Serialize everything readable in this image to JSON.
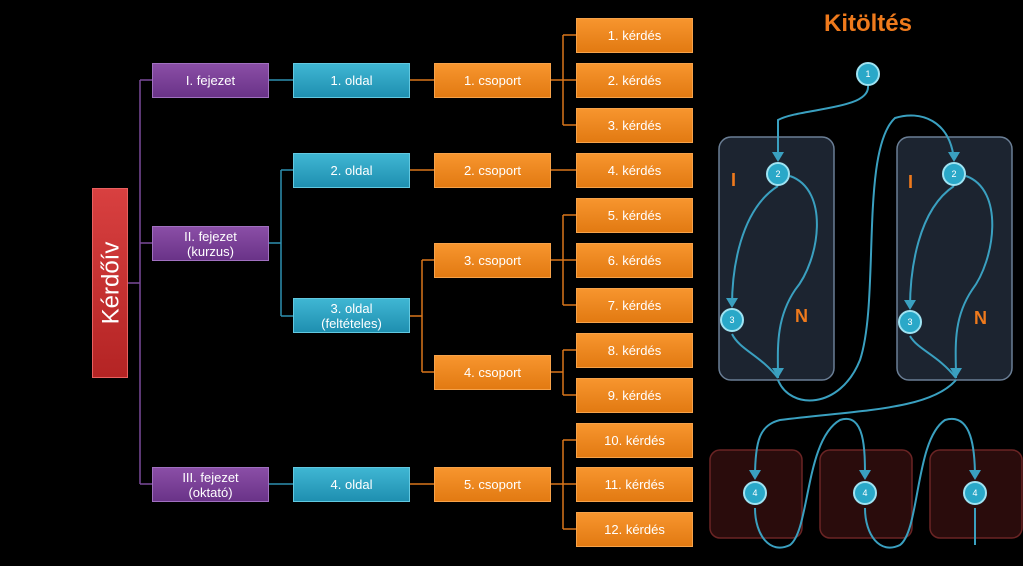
{
  "root": "Kérdőív",
  "chapters": [
    "I. fejezet",
    "II. fejezet\n(kurzus)",
    "III. fejezet\n(oktató)"
  ],
  "pages": [
    "1. oldal",
    "2. oldal",
    "3. oldal\n(feltételes)",
    "4. oldal"
  ],
  "groups": [
    "1. csoport",
    "2. csoport",
    "3. csoport",
    "4. csoport",
    "5. csoport"
  ],
  "questions": [
    "1. kérdés",
    "2. kérdés",
    "3. kérdés",
    "4. kérdés",
    "5. kérdés",
    "6. kérdés",
    "7. kérdés",
    "8. kérdés",
    "9. kérdés",
    "10. kérdés",
    "11. kérdés",
    "12. kérdés"
  ],
  "flow": {
    "title": "Kitöltés",
    "label_i": "I",
    "label_n": "N",
    "node_labels": [
      "1",
      "2",
      "3",
      "4"
    ]
  },
  "colors": {
    "chapter": "#7a3f98",
    "page": "#2e9fc0",
    "group": "#f08a22",
    "root": "#c83030",
    "line": "#8a4ea6",
    "flow_line": "#3aa0c0",
    "title": "#ef7a1c"
  }
}
